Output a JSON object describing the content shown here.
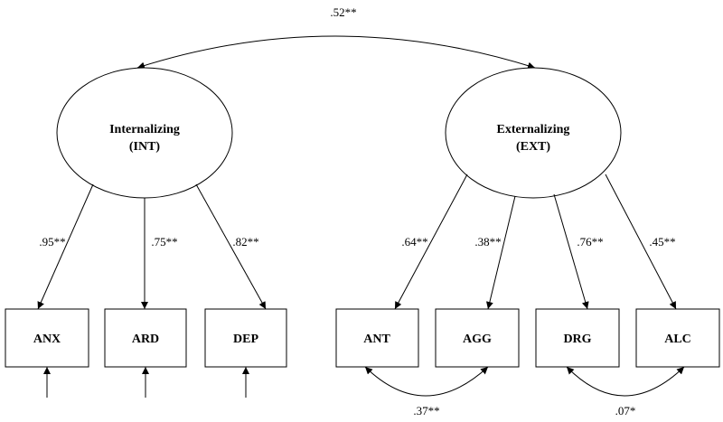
{
  "latents": {
    "int": {
      "line1": "Internalizing",
      "line2": "(INT)"
    },
    "ext": {
      "line1": "Externalizing",
      "line2": "(EXT)"
    }
  },
  "latent_correlation": ".52**",
  "indicators": {
    "anx": "ANX",
    "ard": "ARD",
    "dep": "DEP",
    "ant": "ANT",
    "agg": "AGG",
    "drg": "DRG",
    "alc": "ALC"
  },
  "loadings": {
    "anx": ".95**",
    "ard": ".75**",
    "dep": ".82**",
    "ant": ".64**",
    "agg": ".38**",
    "drg": ".76**",
    "alc": ".45**"
  },
  "residual_correlations": {
    "ant_agg": ".37**",
    "drg_alc": ".07*"
  }
}
